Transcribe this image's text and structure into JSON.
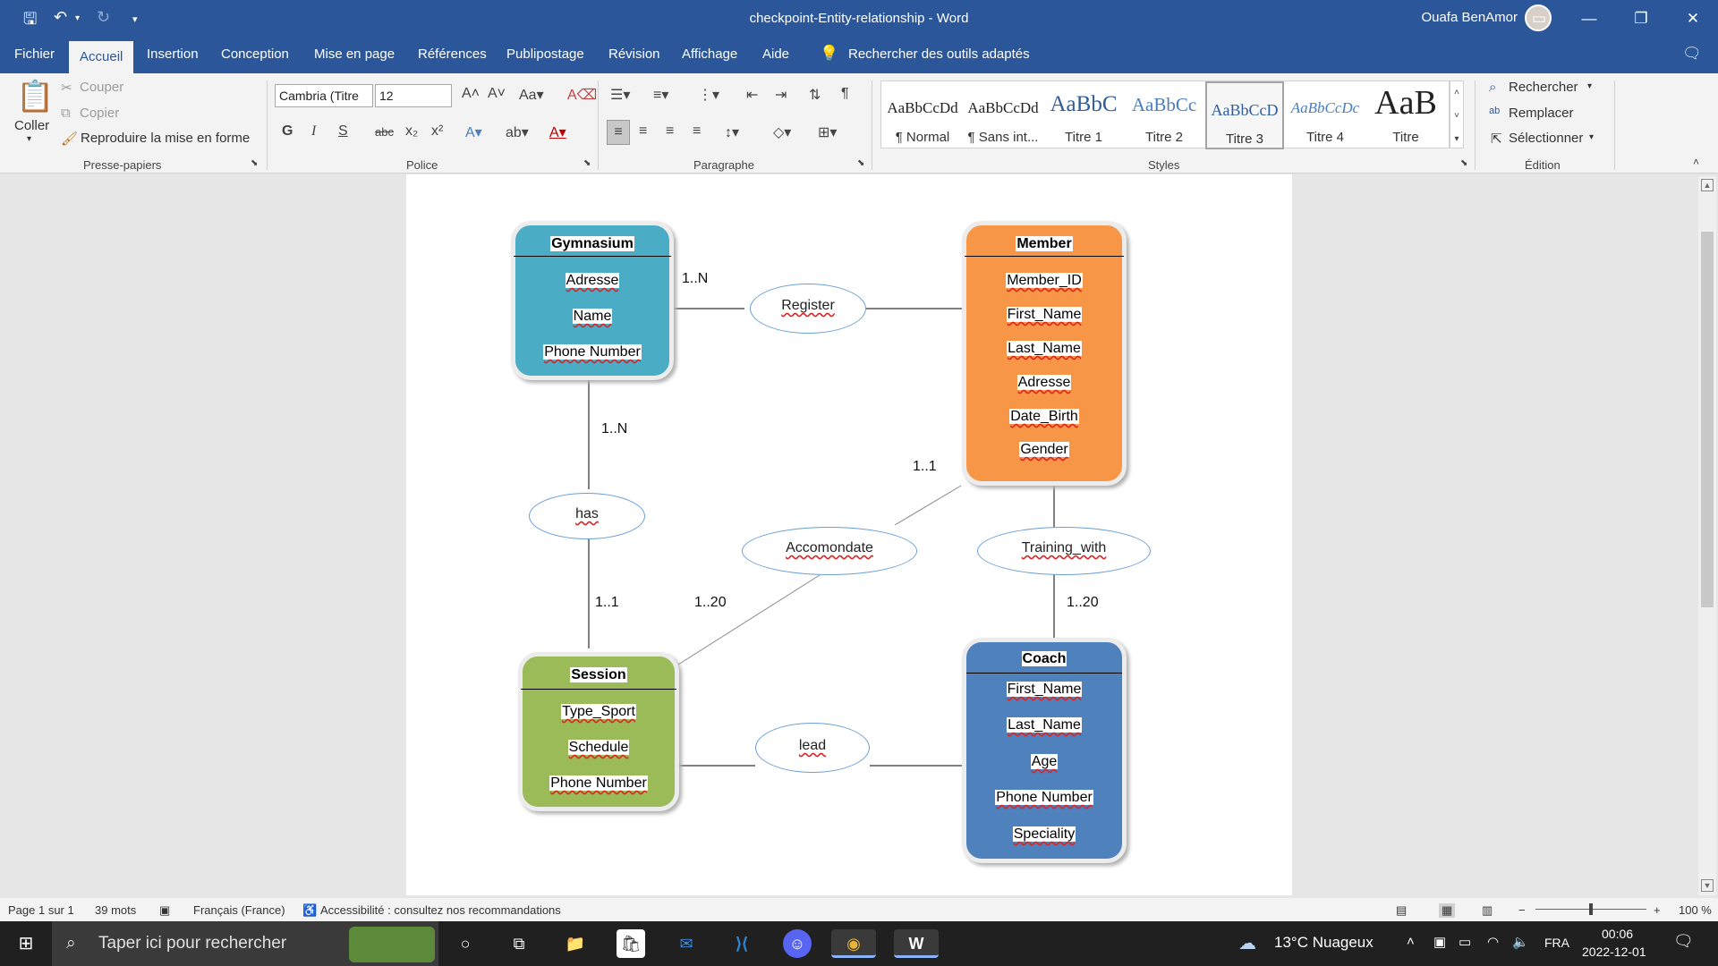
{
  "window": {
    "document_title": "checkpoint-Entity-relationship  -  Word",
    "user_name": "Ouafa BenAmor"
  },
  "menu": {
    "tabs": [
      "Fichier",
      "Accueil",
      "Insertion",
      "Conception",
      "Mise en page",
      "Références",
      "Publipostage",
      "Révision",
      "Affichage",
      "Aide"
    ],
    "search_tools": "Rechercher des outils adaptés"
  },
  "ribbon": {
    "clipboard": {
      "paste": "Coller",
      "cut": "Couper",
      "copy": "Copier",
      "format_painter": "Reproduire la mise en forme",
      "group": "Presse-papiers"
    },
    "font": {
      "family": "Cambria (Titre",
      "size": "12",
      "group": "Police",
      "bold": "G",
      "italic": "I",
      "underline": "S",
      "strike": "abc"
    },
    "paragraph": {
      "group": "Paragraphe"
    },
    "styles": {
      "group": "Styles",
      "items": [
        {
          "preview": "AaBbCcDd",
          "label": "¶ Normal"
        },
        {
          "preview": "AaBbCcDd",
          "label": "¶ Sans int..."
        },
        {
          "preview": "AaBbC",
          "label": "Titre 1"
        },
        {
          "preview": "AaBbCc",
          "label": "Titre 2"
        },
        {
          "preview": "AaBbCcD",
          "label": "Titre 3"
        },
        {
          "preview": "AaBbCcDc",
          "label": "Titre 4"
        },
        {
          "preview": "AaB",
          "label": "Titre"
        }
      ]
    },
    "editing": {
      "find": "Rechercher",
      "replace": "Remplacer",
      "select": "Sélectionner",
      "group": "Édition"
    }
  },
  "diagram": {
    "entities": {
      "gymnasium": {
        "title": "Gymnasium",
        "attributes": [
          "Adresse",
          "Name",
          "Phone Number"
        ]
      },
      "member": {
        "title": "Member",
        "attributes": [
          "Member_ID",
          "First_Name",
          "Last_Name",
          "Adresse",
          "Date_Birth",
          "Gender"
        ]
      },
      "session": {
        "title": "Session",
        "attributes": [
          "Type_Sport",
          "Schedule",
          "Phone Number"
        ]
      },
      "coach": {
        "title": "Coach",
        "attributes": [
          "First_Name",
          "Last_Name",
          "Age",
          "Phone Number",
          "Speciality"
        ]
      }
    },
    "relations": {
      "register": "Register",
      "has": "has",
      "accomondate": "Accomondate",
      "training": "Training_with",
      "lead": "lead"
    },
    "cardinalities": {
      "gym_register": "1..N",
      "gym_has": "1..N",
      "member_acc": "1..1",
      "session_has": "1..1",
      "session_acc": "1..20",
      "coach_training": "1..20"
    }
  },
  "status": {
    "page": "Page 1 sur 1",
    "words": "39 mots",
    "language": "Français (France)",
    "accessibility": "Accessibilité : consultez nos recommandations",
    "zoom": "100 %"
  },
  "taskbar": {
    "search_placeholder": "Taper ici pour rechercher",
    "weather": "13°C  Nuageux",
    "lang": "FRA",
    "time": "00:06",
    "date": "2022-12-01"
  },
  "colors": {
    "word_blue": "#2b579a",
    "gymnasium": "#4bacc6",
    "member": "#f79646",
    "session": "#9bbb59",
    "coach": "#4f81bd"
  }
}
